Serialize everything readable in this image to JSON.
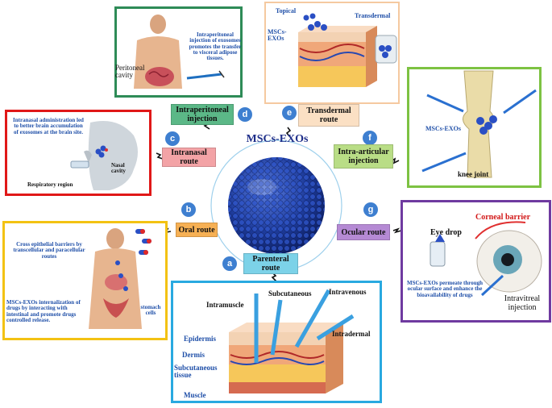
{
  "center": {
    "title": "MSCs-EXOs"
  },
  "routes": {
    "a": {
      "badge": "a",
      "label": "Parenteral route"
    },
    "b": {
      "badge": "b",
      "label": "Oral route"
    },
    "c": {
      "badge": "c",
      "label": "Intranasal route"
    },
    "d": {
      "badge": "d",
      "label": "Intraperitoneal injection"
    },
    "e": {
      "badge": "e",
      "label": "Transdermal route"
    },
    "f": {
      "badge": "f",
      "label": "Intra-articular injection"
    },
    "g": {
      "badge": "g",
      "label": "Ocular route"
    }
  },
  "intraperitoneal_panel": {
    "description": "Intraperitoneal injection of exosomes promotes the transfer to visceral adipose tissues.",
    "cavity_label": "Peritoneal cavity"
  },
  "transdermal_panel": {
    "topical": "Topical",
    "transdermal": "Transdermal",
    "exos": "MSCs-EXOs"
  },
  "intranasal_panel": {
    "description": "Intranasal administration led to better brain accumulation of exosomes at the brain site.",
    "nasal_cavity": "Nasal cavity",
    "respiratory": "Respiratory region"
  },
  "knee_panel": {
    "exos": "MSCs-EXOs",
    "joint": "knee joint"
  },
  "oral_panel": {
    "barrier": "Cross epithelial barriers by transcellular and paracellular routes",
    "internalization": "MSCs-EXOs internalization of drugs by interacting with intestinal and promote drugs controlled release.",
    "stomach": "stomach cells"
  },
  "ocular_panel": {
    "corneal": "Corneal barrier",
    "eyedrop": "Eye drop",
    "description": "MSCs-EXOs permeate through ocular surface and enhance the bioavailability of drugs",
    "intravitreal": "Intravitreal injection"
  },
  "parenteral_panel": {
    "intramuscle": "Intramuscle",
    "subcutaneous": "Subcutaneous",
    "intravenous": "Intravenous",
    "intradermal": "Intradermal",
    "epidermis": "Epidermis",
    "dermis": "Dermis",
    "subcut_tissue": "Subcutaneous tissue",
    "muscle": "Muscle"
  },
  "colors": {
    "green_border": "#2e8b57",
    "peach_border": "#f5c9a0",
    "red_border": "#e01818",
    "lime_border": "#7dc242",
    "yellow_border": "#f3c213",
    "purple_border": "#6f3aa0",
    "cyan_border": "#29a9e0",
    "badge_blue": "#3e7fd0",
    "sphere_blue": "#1e3c9c"
  }
}
